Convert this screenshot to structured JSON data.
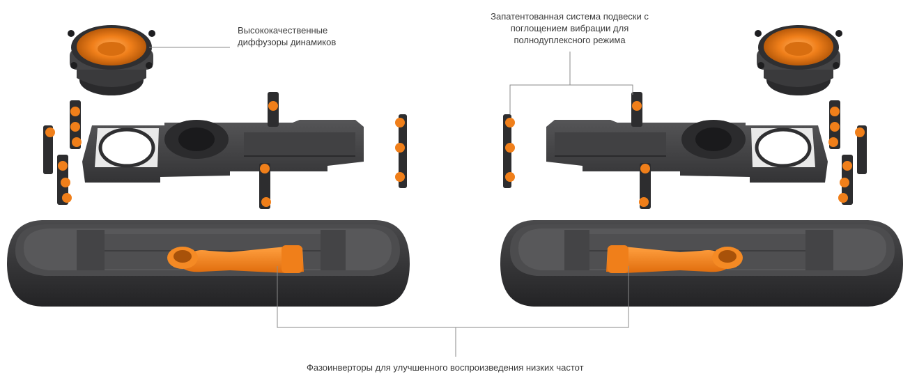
{
  "annotations": {
    "diffusers": "Высококачественные\nдиффузоры динамиков",
    "suspension": "Запатентованная система подвески с\nпоглощением вибрации для\nполнодуплексного режима",
    "bass_ports": "Фазоинверторы для улучшенного воспроизведения низких частот"
  },
  "colors": {
    "orange": "#f07f1a",
    "dark_plastic": "#3b3b3d",
    "shell": "#2c2c2e",
    "leader_line": "#8a8a8a"
  }
}
